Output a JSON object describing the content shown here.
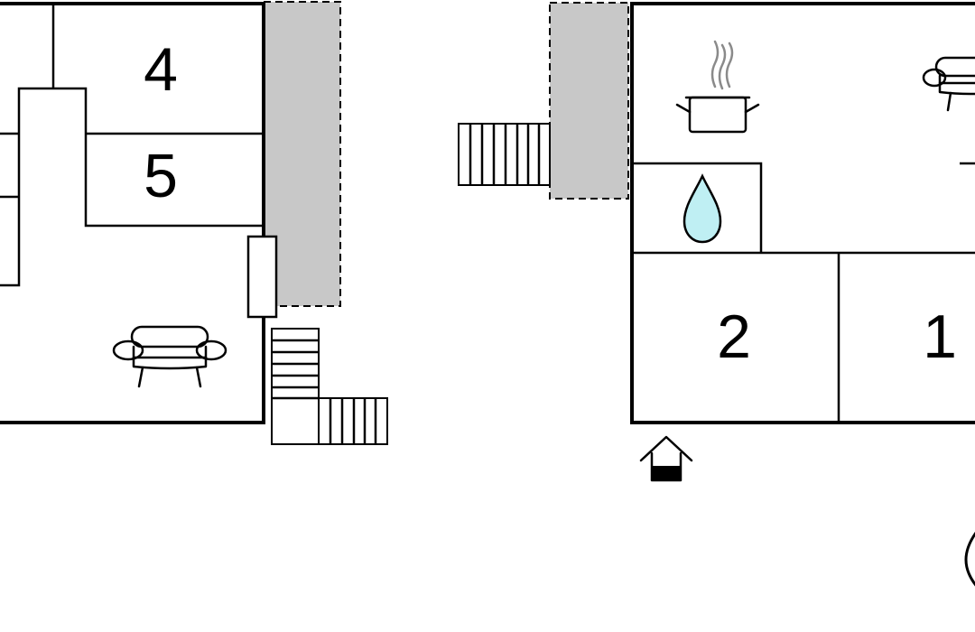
{
  "floor_plan": {
    "rooms": {
      "room_1": "1",
      "room_2": "2",
      "room_4": "4",
      "room_5": "5"
    },
    "icons": {
      "kitchen": "cooking-pot-icon",
      "bathroom": "water-drop-icon",
      "living_left": "sofa-icon",
      "living_right": "sofa-icon",
      "entrance": "house-entrance-icon",
      "compass": "compass-icon"
    },
    "colors": {
      "walls": "#000000",
      "terrace": "#c8c8c8",
      "water_drop": "#bfeff3",
      "steam": "#8a8a8a",
      "background": "#ffffff"
    }
  }
}
